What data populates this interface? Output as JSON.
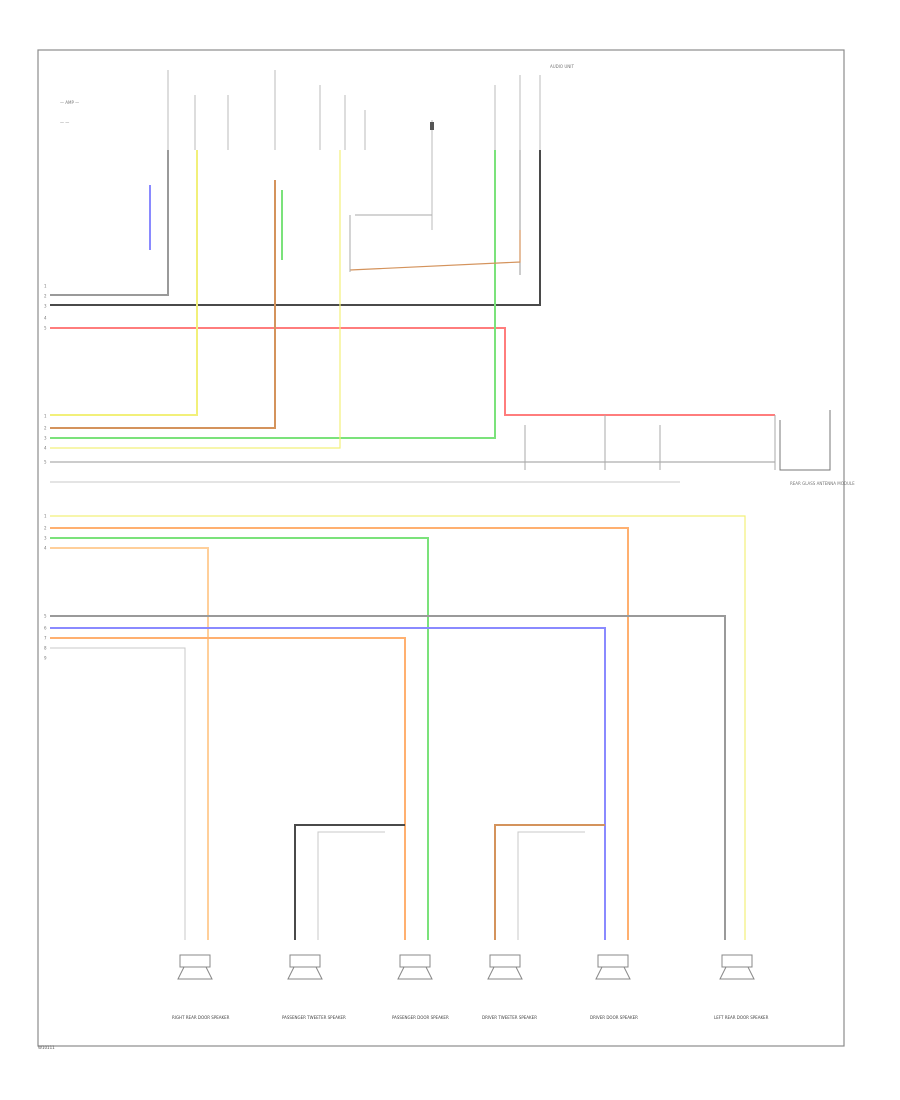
{
  "legend": {
    "items": [
      "— AMP —",
      "— —"
    ]
  },
  "connector_top_right": "AUDIO UNIT",
  "terminal_rows_upper": [
    "1",
    "2",
    "3",
    "4",
    "5"
  ],
  "terminal_rows_middle": [
    "1",
    "2",
    "3",
    "4",
    "5"
  ],
  "terminal_rows_lower": [
    "1",
    "2",
    "3",
    "4",
    "5",
    "6",
    "7",
    "8",
    "9"
  ],
  "colors": {
    "black": "#4a4a4a",
    "gray": "#9a9a9a",
    "red": "#ff7d7d",
    "yellow": "#f2f07a",
    "green": "#7be27b",
    "orange": "#ffb070",
    "brown": "#d4935c",
    "blue": "#8a8aff",
    "light_orange": "#ffcf9a",
    "wire_thin": "#c8c8c8",
    "frame": "#8c8c8c"
  },
  "speakers": [
    {
      "id": "right-rear-door",
      "label": "RIGHT REAR DOOR SPEAKER"
    },
    {
      "id": "passenger-tweeter",
      "label": "PASSENGER TWEETER SPEAKER"
    },
    {
      "id": "passenger-door",
      "label": "PASSENGER DOOR SPEAKER"
    },
    {
      "id": "driver-tweeter",
      "label": "DRIVER TWEETER SPEAKER"
    },
    {
      "id": "driver-door",
      "label": "DRIVER DOOR SPEAKER"
    },
    {
      "id": "left-rear-door",
      "label": "LEFT REAR DOOR SPEAKER"
    }
  ],
  "modules": {
    "right_side_module": "REAR GLASS ANTENNA MODULE"
  },
  "footer_code": "W10111"
}
